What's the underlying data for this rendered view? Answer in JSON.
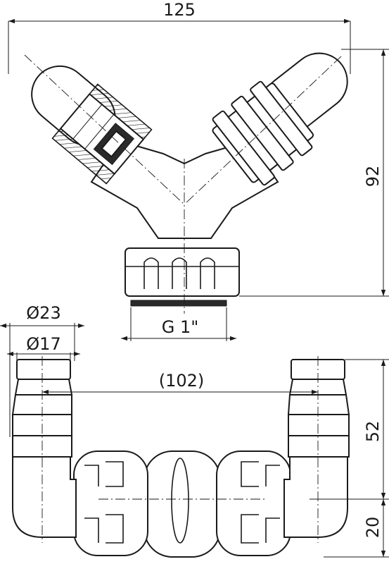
{
  "dimensions": {
    "top_width": "125",
    "right_height": "92",
    "thread_size": "G 1\"",
    "outer_diameter": "Ø23",
    "inner_diameter": "Ø17",
    "center_distance": "(102)",
    "bottom_height_upper": "52",
    "bottom_height_lower": "20"
  },
  "colors": {
    "line": "#1a1a1a",
    "background": "#ffffff",
    "gasket": "#2a2a2a"
  }
}
